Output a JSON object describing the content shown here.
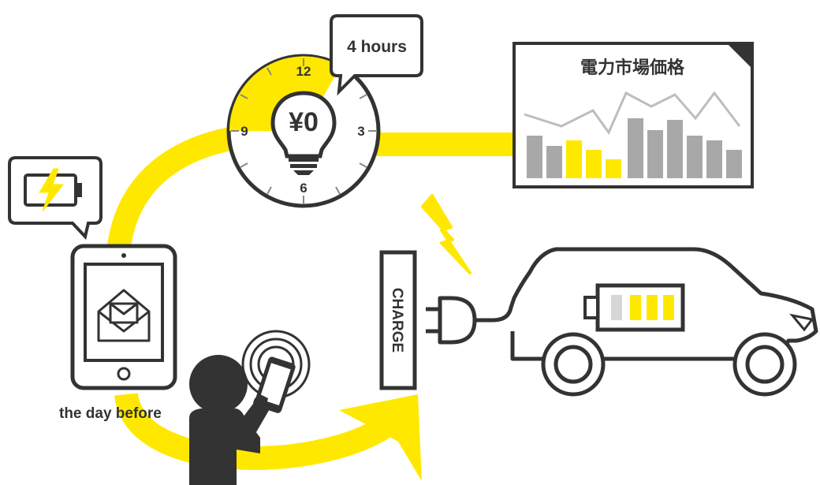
{
  "clock": {
    "bubble_label": "4 hours",
    "center_label": "¥0",
    "hour_12": "12",
    "hour_3": "3",
    "hour_6": "6",
    "hour_9": "9"
  },
  "market_panel": {
    "title": "電力市場価格"
  },
  "tablet": {
    "caption": "the day before"
  },
  "charger": {
    "label": "CHARGE"
  },
  "colors": {
    "accent": "#FFE800",
    "ink": "#333333",
    "bar_gray": "#A8A8A8",
    "line_gray": "#BDBDBD"
  }
}
